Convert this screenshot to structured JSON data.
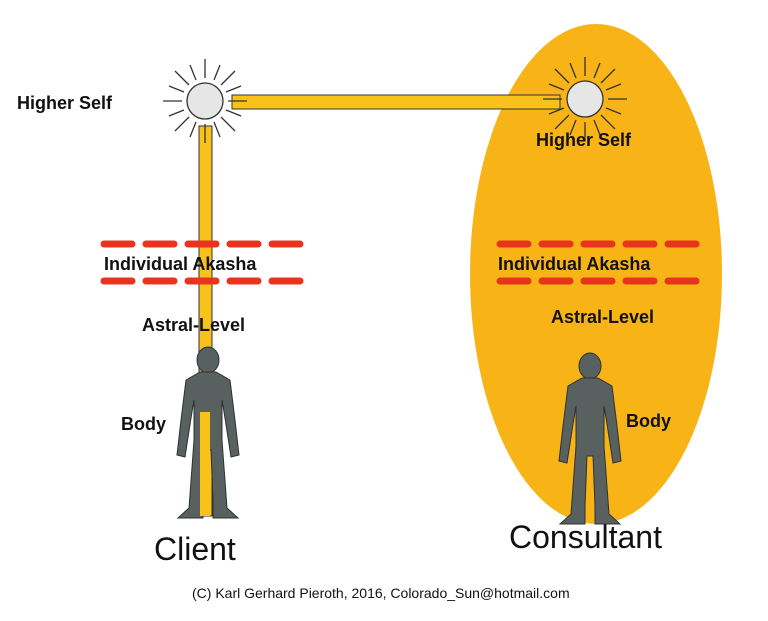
{
  "labels": {
    "client_higher_self": "Higher Self",
    "consultant_higher_self": "Higher Self",
    "client_akasha": "Individual Akasha",
    "consultant_akasha": "Individual Akasha",
    "client_astral": "Astral-Level",
    "consultant_astral": "Astral-Level",
    "client_body": "Body",
    "consultant_body": "Body",
    "client": "Client",
    "consultant": "Consultant"
  },
  "copyright": "(C) Karl Gerhard Pieroth, 2016, Colorado_Sun@hotmail.com",
  "colors": {
    "aura": "#f8b417",
    "beam": "#f9c21a",
    "dash": "#e8341c",
    "figure": "#58615f",
    "sun": "#e6e6e6"
  },
  "icons": [
    "sun-icon",
    "person-icon"
  ]
}
